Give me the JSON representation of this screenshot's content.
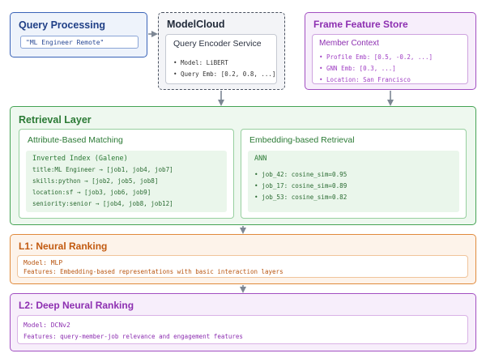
{
  "query_processing": {
    "title": "Query Processing",
    "query": "\"ML Engineer Remote\""
  },
  "model_cloud": {
    "title": "ModelCloud",
    "service": "Query Encoder Service",
    "items": [
      "• Model: LiBERT",
      "• Query Emb: [0.2, 0.8, ...]"
    ]
  },
  "feature_store": {
    "title": "Frame Feature Store",
    "context": "Member Context",
    "items": [
      "• Profile Emb: [0.5, -0.2, ...]",
      "• GNN Emb: [0.3, ...]",
      "• Location: San Francisco"
    ]
  },
  "retrieval": {
    "title": "Retrieval Layer",
    "attribute": {
      "title": "Attribute-Based Matching",
      "index_title": "Inverted Index (Galene)",
      "lines": [
        "title:ML Engineer → [job1, job4, job7]",
        "skills:python → [job2, job5, job8]",
        "location:sf → [job3, job6, job9]",
        "seniority:senior → [job4, job8, job12]"
      ]
    },
    "embedding": {
      "title": "Embedding-based Retrieval",
      "ann_title": "ANN",
      "lines": [
        "• job_42: cosine_sim=0.95",
        "• job_17: cosine_sim=0.89",
        "• job_53: cosine_sim=0.82"
      ]
    }
  },
  "l1": {
    "title": "L1: Neural Ranking",
    "model": "Model: MLP",
    "features": "Features: Embedding-based representations with basic interaction layers"
  },
  "l2": {
    "title": "L2: Deep Neural Ranking",
    "model": "Model: DCNv2",
    "features": "Features: query-member-job relevance and engagement features"
  },
  "colors": {
    "blue": "#3a63b8",
    "green": "#45a354",
    "orange": "#e08a3c",
    "purple": "#a24fc1",
    "arrow": "#7d8794"
  }
}
